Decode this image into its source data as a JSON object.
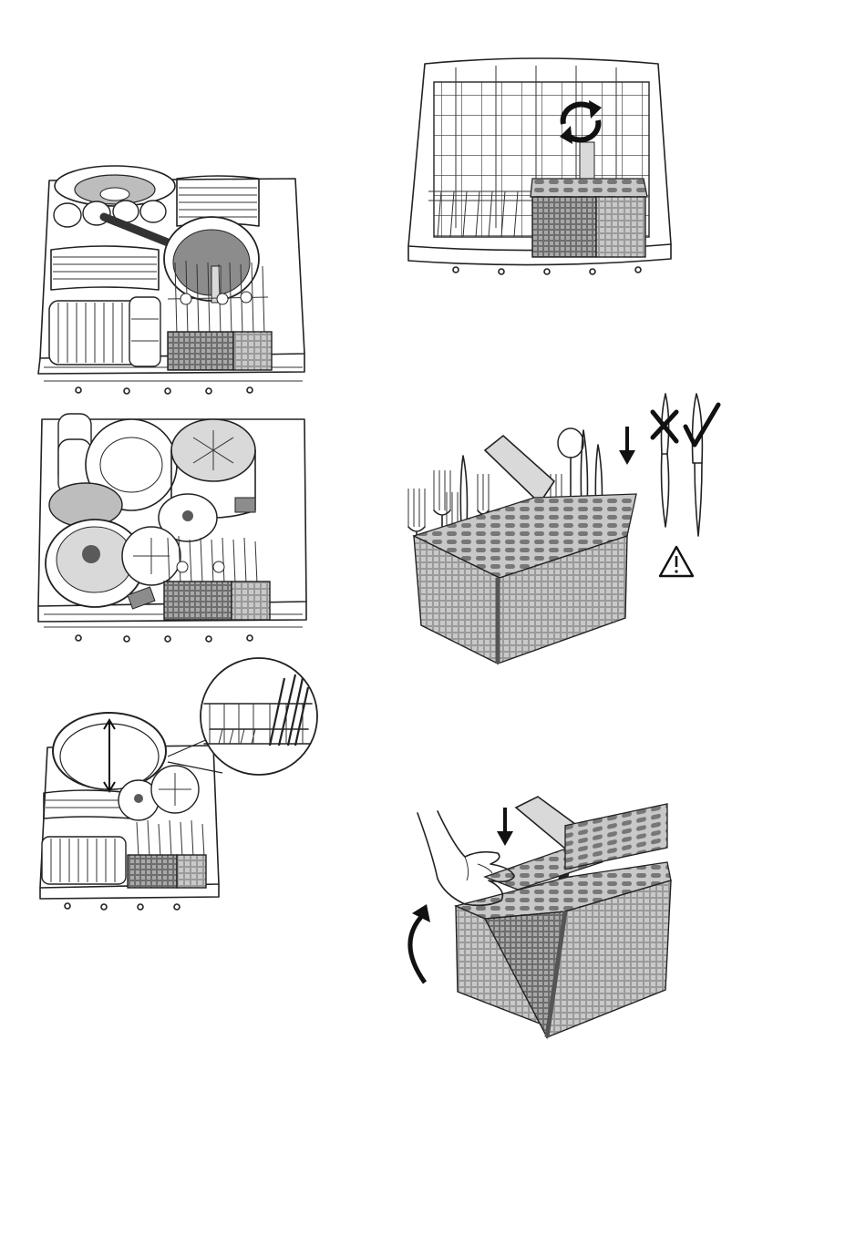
{
  "page": {
    "background": "#ffffff",
    "line_color": "#222222"
  },
  "figures": [
    {
      "id": "rack-loaded-dishes",
      "icons": [
        "plates",
        "bowls",
        "cups",
        "frying-pan",
        "cutlery-basket"
      ]
    },
    {
      "id": "rack-loaded-pots",
      "icons": [
        "glasses",
        "pot",
        "lid",
        "bowl",
        "cutlery-basket"
      ]
    },
    {
      "id": "rack-plate-height",
      "icons": [
        "height-arrow",
        "zoom-circle",
        "plate-rack-tines"
      ]
    },
    {
      "id": "rack-empty-basket",
      "icons": [
        "rotate-arrow-icon",
        "cutlery-basket"
      ]
    },
    {
      "id": "cutlery-basket-loading",
      "icons": [
        "down-arrow-icon",
        "cross-icon",
        "check-icon",
        "warning-icon",
        "knife-blade-down",
        "knife-blade-up"
      ]
    },
    {
      "id": "cutlery-basket-opening",
      "icons": [
        "down-arrow-icon",
        "curved-up-arrow-icon",
        "hand"
      ]
    }
  ]
}
